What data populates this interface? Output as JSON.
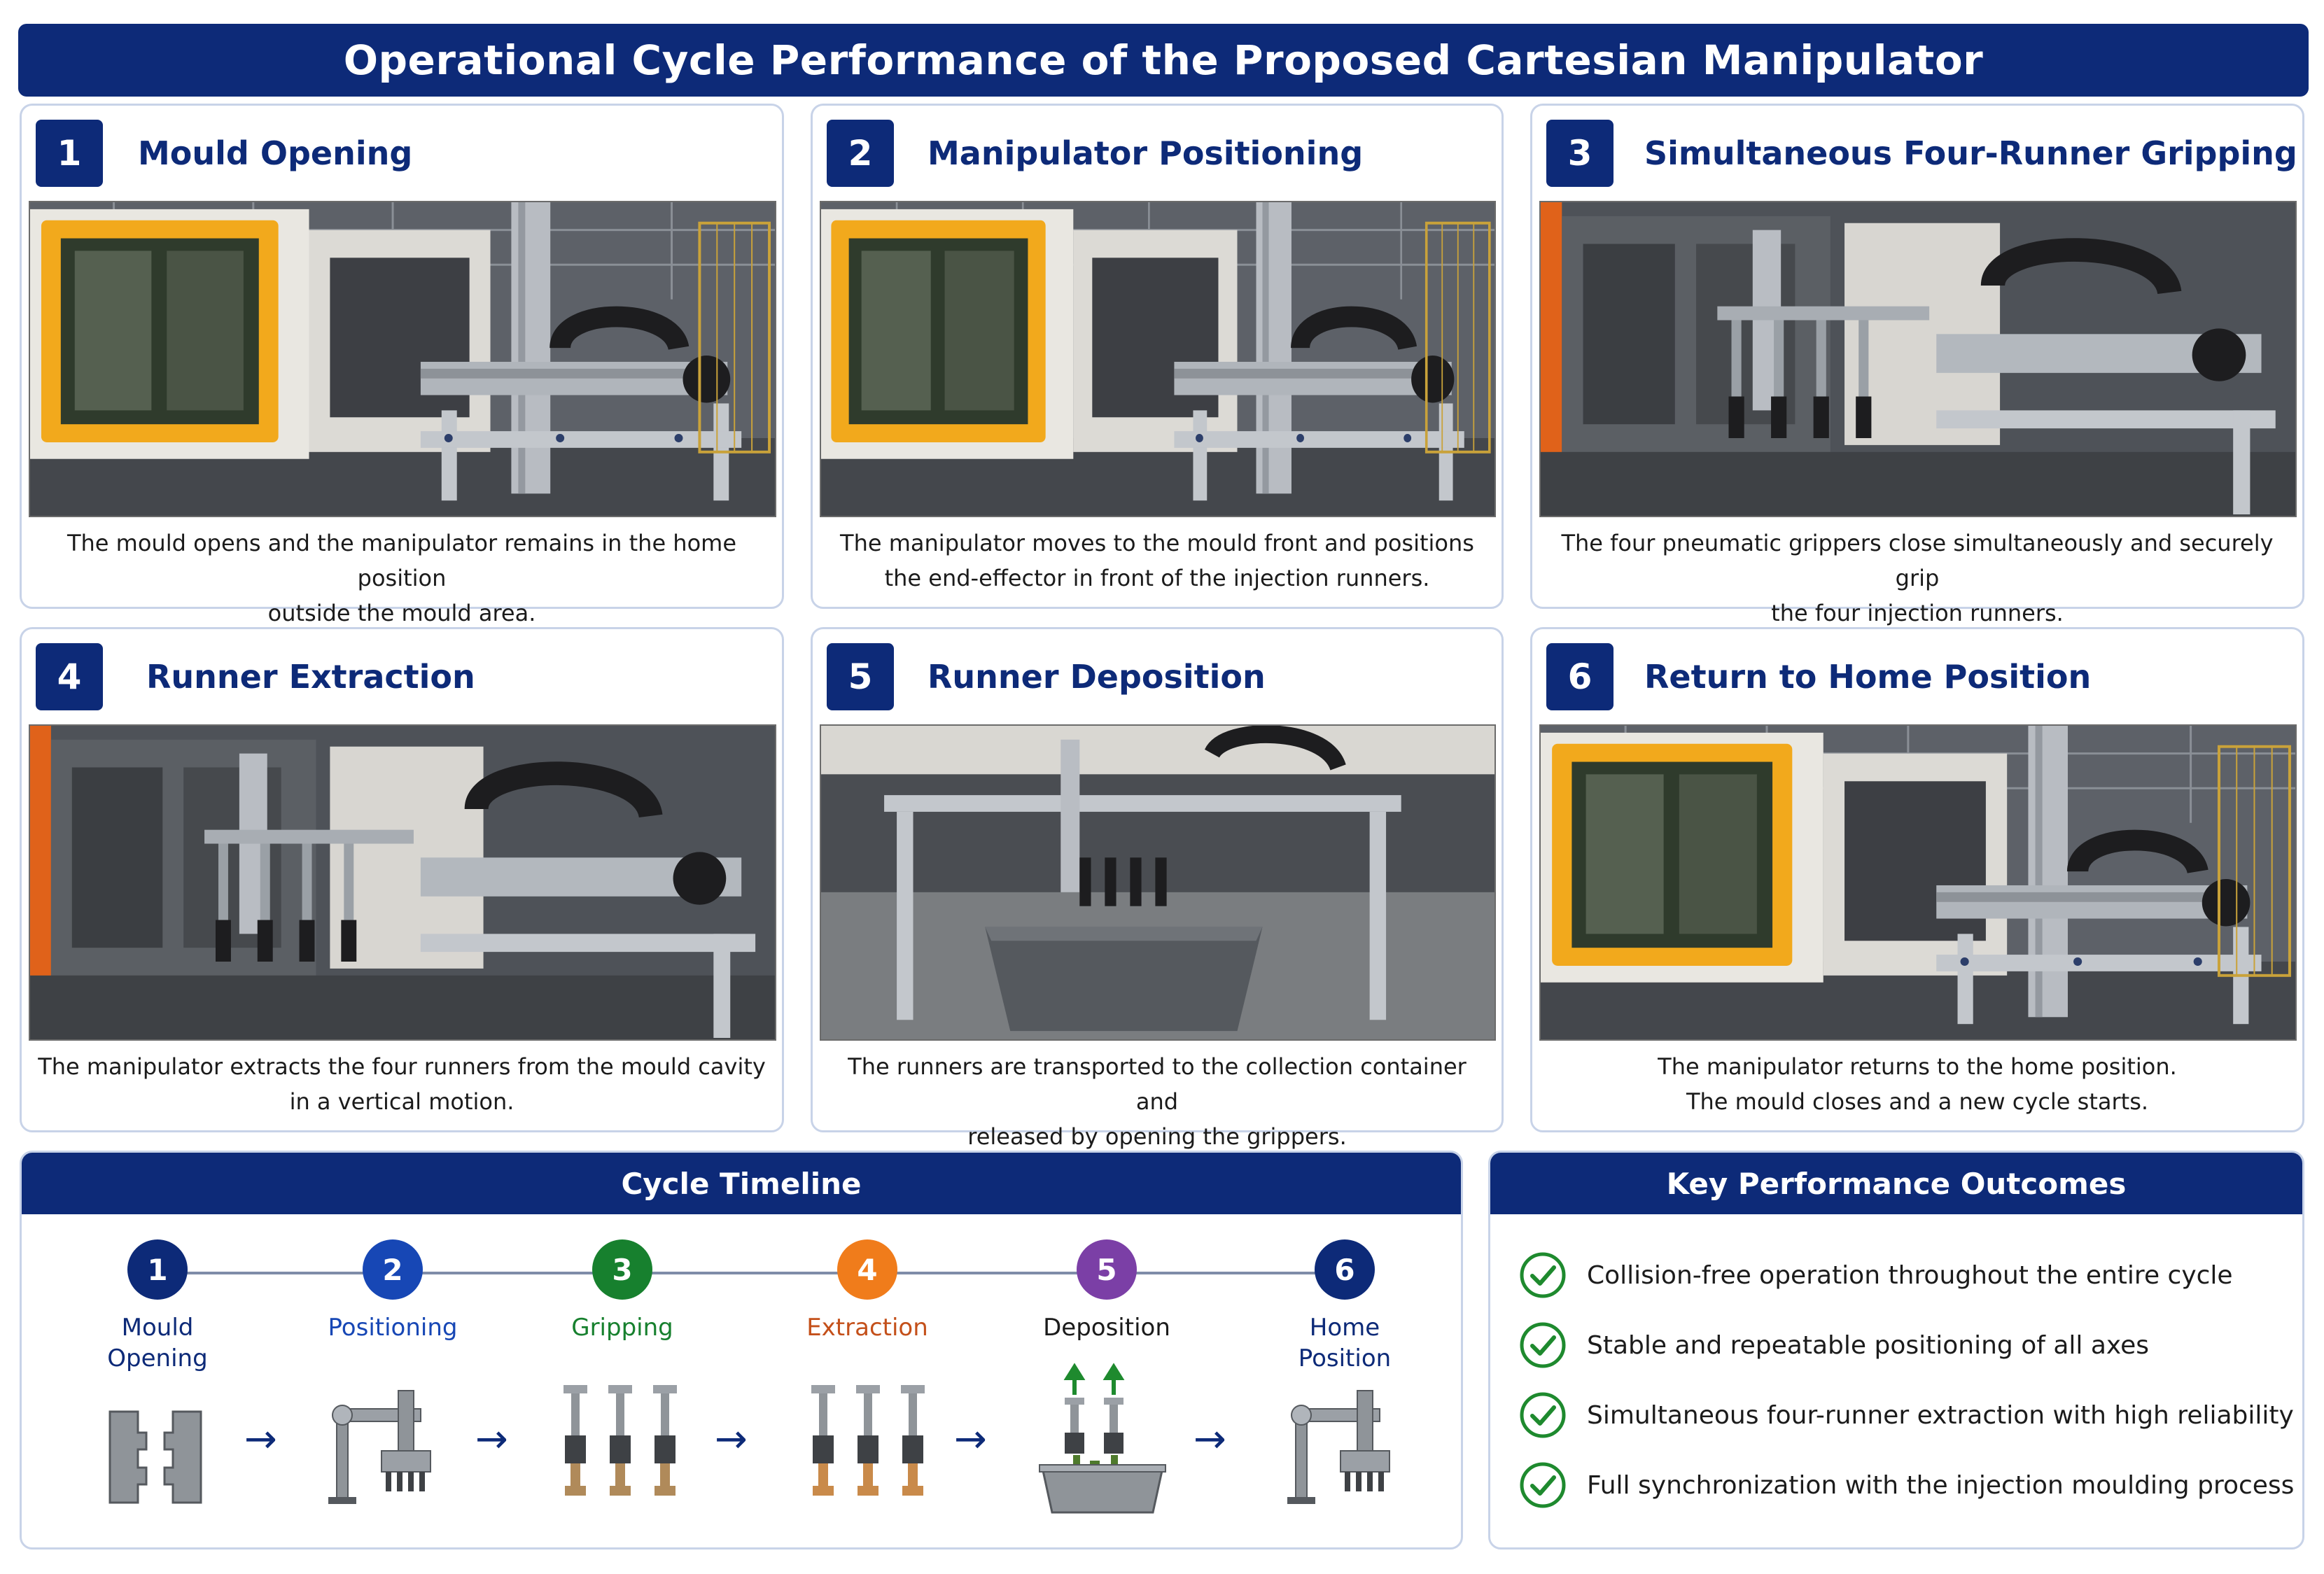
{
  "title": "Operational Cycle Performance of the Proposed Cartesian Manipulator",
  "steps": [
    {
      "number": "1",
      "title": "Mould Opening",
      "caption_l1": "The mould opens and the manipulator remains in the home position",
      "caption_l2": "outside the mould area."
    },
    {
      "number": "2",
      "title": "Manipulator Positioning",
      "caption_l1": "The manipulator moves to the mould front and positions",
      "caption_l2": "the end-effector in front of the injection runners."
    },
    {
      "number": "3",
      "title": "Simultaneous Four-Runner Gripping",
      "caption_l1": "The four pneumatic grippers close simultaneously and securely grip",
      "caption_l2": "the four injection runners."
    },
    {
      "number": "4",
      "title": "Runner Extraction",
      "caption_l1": "The manipulator extracts the four runners from the mould cavity",
      "caption_l2": "in a vertical motion."
    },
    {
      "number": "5",
      "title": "Runner Deposition",
      "caption_l1": "The runners are transported to the collection container and",
      "caption_l2": "released by opening the grippers."
    },
    {
      "number": "6",
      "title": "Return to Home Position",
      "caption_l1": "The manipulator returns to the home position.",
      "caption_l2": "The mould closes and a new cycle starts."
    }
  ],
  "timeline": {
    "header": "Cycle Timeline",
    "steps": [
      {
        "number": "1",
        "label_l1": "Mould",
        "label_l2": "Opening",
        "color": "#0d2a78"
      },
      {
        "number": "2",
        "label_l1": "Positioning",
        "label_l2": "",
        "color": "#1747b5"
      },
      {
        "number": "3",
        "label_l1": "Gripping",
        "label_l2": "",
        "color": "#17802e"
      },
      {
        "number": "4",
        "label_l1": "Extraction",
        "label_l2": "",
        "color": "#f07c1b"
      },
      {
        "number": "5",
        "label_l1": "Deposition",
        "label_l2": "",
        "color": "#7b3fa6"
      },
      {
        "number": "6",
        "label_l1": "Home",
        "label_l2": "Position",
        "color": "#0d2a78"
      }
    ]
  },
  "outcomes": {
    "header": "Key Performance Outcomes",
    "items": [
      "Collision-free operation throughout the entire cycle",
      "Stable and repeatable positioning of all axes",
      "Simultaneous four-runner extraction with high reliability",
      "Full synchronization with the injection moulding process"
    ]
  },
  "colors": {
    "navy": "#0d2a78",
    "check_green": "#1e8a2e",
    "mould_door": "#f2a91c",
    "extraction_orange": "#e0621a"
  }
}
